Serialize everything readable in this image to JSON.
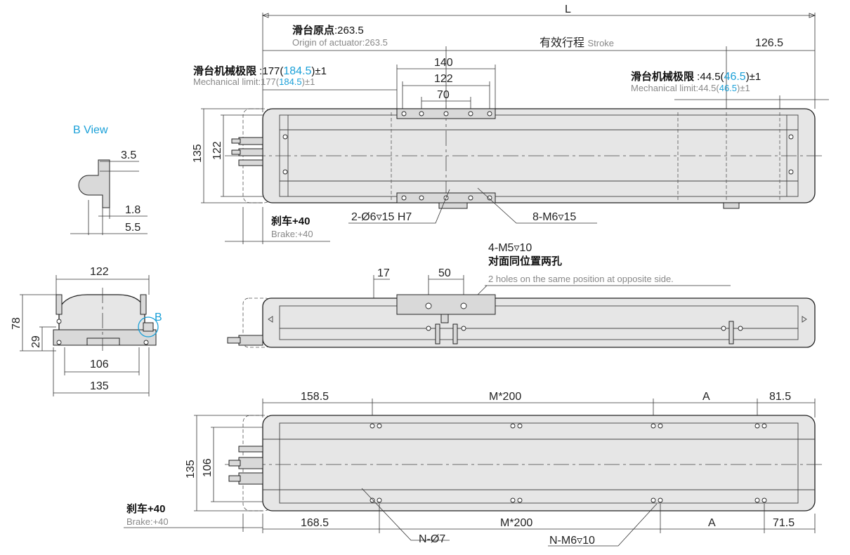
{
  "dim": {
    "L": "L",
    "stroke": "有效行程",
    "stroke_en": "Stroke",
    "d126_5": "126.5",
    "d140": "140",
    "d122_top": "122",
    "d70": "70",
    "d135_left": "135",
    "d122_left": "122",
    "d3_5": "3.5",
    "d1_8": "1.8",
    "d5_5": "5.5",
    "d17": "17",
    "d50": "50",
    "d122_end": "122",
    "d78": "78",
    "d29": "29",
    "d106_end": "106",
    "d135_end": "135",
    "d158_5": "158.5",
    "dM200_top": "M*200",
    "dA_top": "A",
    "d81_5": "81.5",
    "d135_bot": "135",
    "d106_bot": "106",
    "d168_5": "168.5",
    "dM200_bot": "M*200",
    "dA_bot": "A",
    "d71_5": "71.5"
  },
  "labels": {
    "origin_cn": "滑台原点",
    "origin_val": ":263.5",
    "origin_en": "Origin of actuator:263.5",
    "mech_left_cn": "滑台机械极限",
    "mech_left_a": " :177(",
    "mech_left_b": "184.5",
    "mech_left_c": ")±1",
    "mech_left_en_a": "Mechanical limit:177(",
    "mech_left_en_b": "184.5",
    "mech_left_en_c": ")±1",
    "mech_right_cn": "滑台机械极限",
    "mech_right_a": " :44.5(",
    "mech_right_b": "46.5",
    "mech_right_c": ")±1",
    "mech_right_en_a": "Mechanical limit:44.5(",
    "mech_right_en_b": "46.5",
    "mech_right_en_c": ")±1",
    "b_view": "B View",
    "brake_cn": "刹车+40",
    "brake_en": "Brake:+40",
    "pin_holes": "2-Ø6▿15 H7",
    "taps_8": "8-M6▿15",
    "taps_4": "4-M5▿10",
    "opp_cn": "对面同位置两孔",
    "opp_en": "2 holes on the same position at opposite side.",
    "b_mark": "B",
    "brake2_cn": "刹车+40",
    "brake2_en": "Brake:+40",
    "n_holes": "N-Ø7",
    "n_taps": "N-M6▿10"
  },
  "colors": {
    "accent": "#1aa0d8",
    "body": "#e6e6e6",
    "line": "#222222",
    "gray_text": "#888888"
  }
}
